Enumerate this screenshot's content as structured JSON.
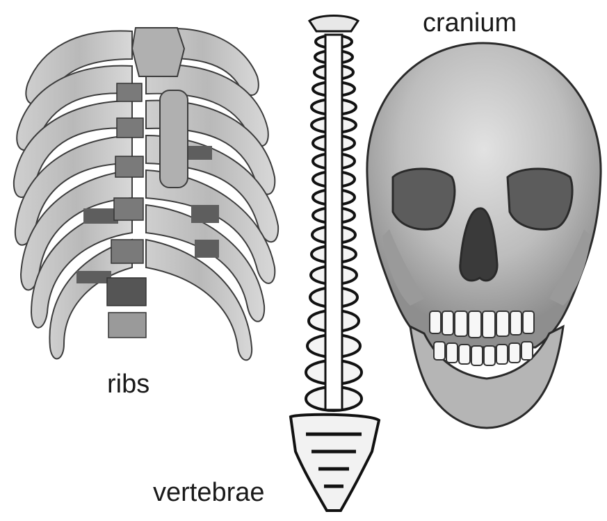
{
  "labels": {
    "cranium": "cranium",
    "ribs": "ribs",
    "vertebrae": "vertebrae"
  },
  "colors": {
    "bone_light": "#d6d6d6",
    "bone_mid": "#a8a8a8",
    "bone_dark": "#5a5a5a",
    "outline": "#1c1c1c",
    "background": "#ffffff"
  },
  "illustrations": [
    "rib-cage",
    "spinal-column",
    "skull"
  ]
}
